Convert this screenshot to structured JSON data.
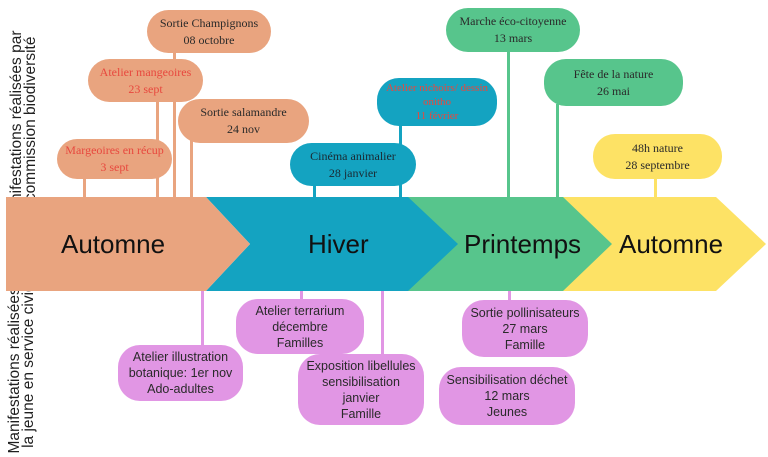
{
  "colors": {
    "autumn": "#e9a47f",
    "winter": "#14a3c1",
    "spring": "#57c58c",
    "autumn2": "#fde265",
    "event_purple": "#e196e4",
    "label_red": "#e8483e"
  },
  "side_labels": {
    "top": "Manifestations réalisées par la commission biodiversité",
    "bottom": "Manifestations réalisées par la jeune en service civique"
  },
  "seasons": [
    "Automne",
    "Hiver",
    "Printemps",
    "Automne"
  ],
  "events_top": [
    {
      "lines": [
        "Sortie Champignons",
        "08 octobre"
      ]
    },
    {
      "lines": [
        "Atelier mangeoires",
        "23 sept"
      ]
    },
    {
      "lines": [
        "Sortie salamandre",
        "24 nov"
      ]
    },
    {
      "lines": [
        "Margeoires en récup",
        "3 sept"
      ]
    },
    {
      "lines": [
        "Cinéma animalier",
        "28 janvier"
      ]
    },
    {
      "lines": [
        "Atelier nichoirs/ dessin",
        "onitho",
        "11 février"
      ]
    },
    {
      "lines": [
        "Marche éco-citoyenne",
        "13 mars"
      ]
    },
    {
      "lines": [
        "Fête de la nature",
        "26 mai"
      ]
    },
    {
      "lines": [
        "48h nature",
        "28 septembre"
      ]
    }
  ],
  "events_bottom": [
    {
      "lines": [
        "Atelier terrarium",
        "décembre",
        "Familles"
      ]
    },
    {
      "lines": [
        "Atelier illustration",
        "botanique: 1er nov",
        "Ado-adultes"
      ]
    },
    {
      "lines": [
        "Exposition libellules",
        "sensibilisation",
        "janvier",
        "Famille"
      ]
    },
    {
      "lines": [
        "Sortie pollinisateurs",
        "27 mars",
        "Famille"
      ]
    },
    {
      "lines": [
        "Sensibilisation déchet",
        "12 mars",
        "Jeunes"
      ]
    }
  ]
}
